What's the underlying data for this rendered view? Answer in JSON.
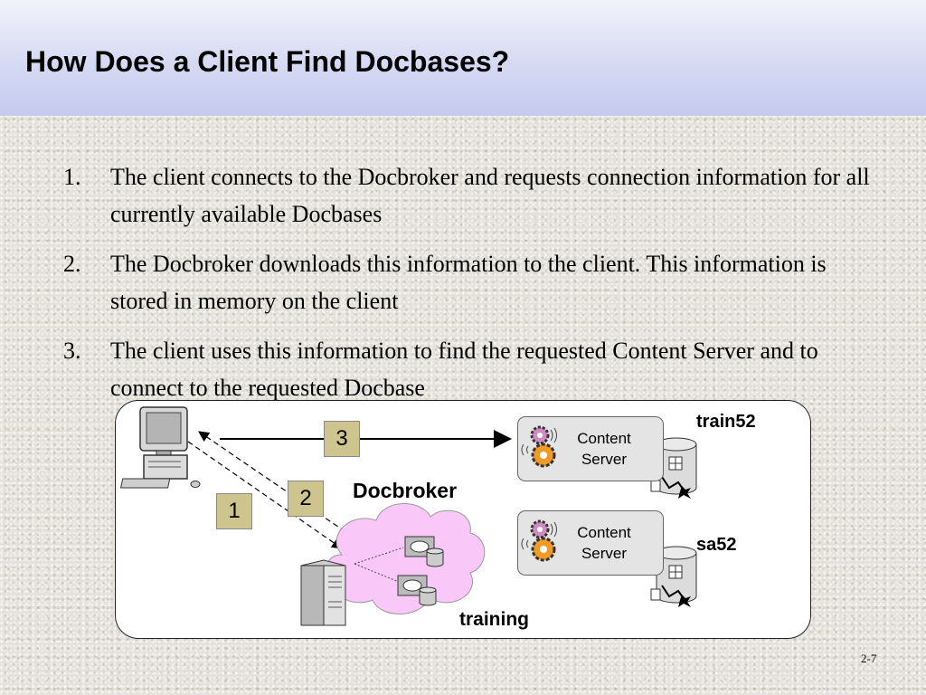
{
  "slide": {
    "title": "How Does a Client Find Docbases?",
    "page_number": "2-7"
  },
  "steps": [
    {
      "number": "1.",
      "text": "The client connects to the Docbroker and requests connection information for all currently available Docbases"
    },
    {
      "number": "2.",
      "text": "The Docbroker downloads this information to the client. This information is stored in memory on the client"
    },
    {
      "number": "3.",
      "text": "The client uses this information to find the requested Content Server and to connect to the requested Docbase"
    }
  ],
  "diagram": {
    "step_boxes": [
      "1",
      "2",
      "3"
    ],
    "docbroker_label": "Docbroker",
    "docbroker_host": "training",
    "servers": [
      {
        "label": "Content Server",
        "docbase": "train52"
      },
      {
        "label": "Content Server",
        "docbase": "sa52"
      }
    ],
    "step_box_color": "#cdc48e",
    "cloud_color": "#f9c8f9"
  }
}
